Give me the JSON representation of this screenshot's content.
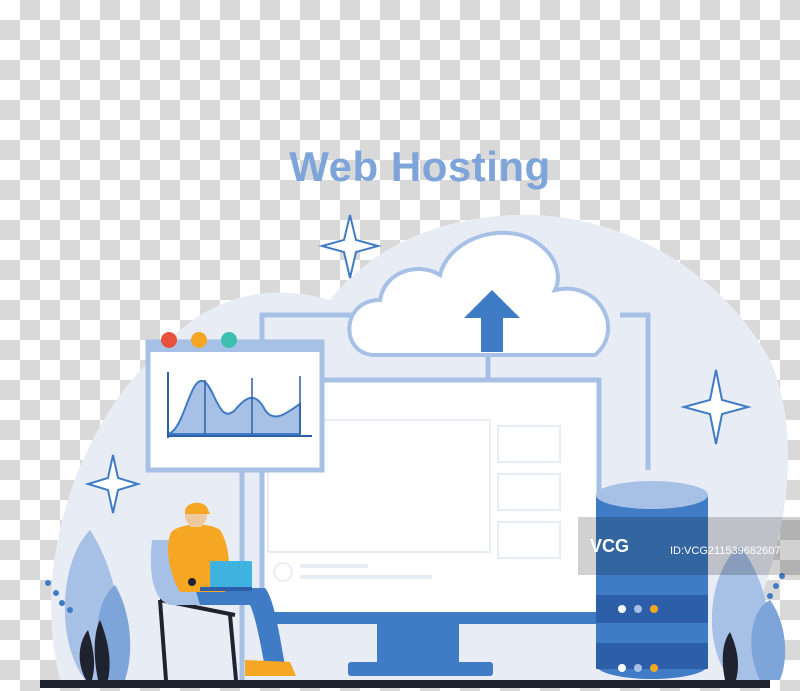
{
  "title": "Web Hosting",
  "watermark": {
    "logo": "VCG",
    "id_text": "ID:VCG211539682607"
  },
  "colors": {
    "title": "#7ea5d9",
    "blob": "#e8ecf5",
    "primary_blue": "#3f7cc5",
    "dark_blue": "#2d5fa8",
    "light_blue": "#a7c0e6",
    "panel": "#ffffff",
    "shirt": "#f5a623",
    "dot_red": "#e8513d",
    "dot_orange": "#f5a623",
    "dot_teal": "#3fbfb0"
  },
  "icons": [
    "cloud-upload-icon",
    "sparkle-icon",
    "chart-window-icon",
    "database-server-icon",
    "laptop-icon"
  ]
}
